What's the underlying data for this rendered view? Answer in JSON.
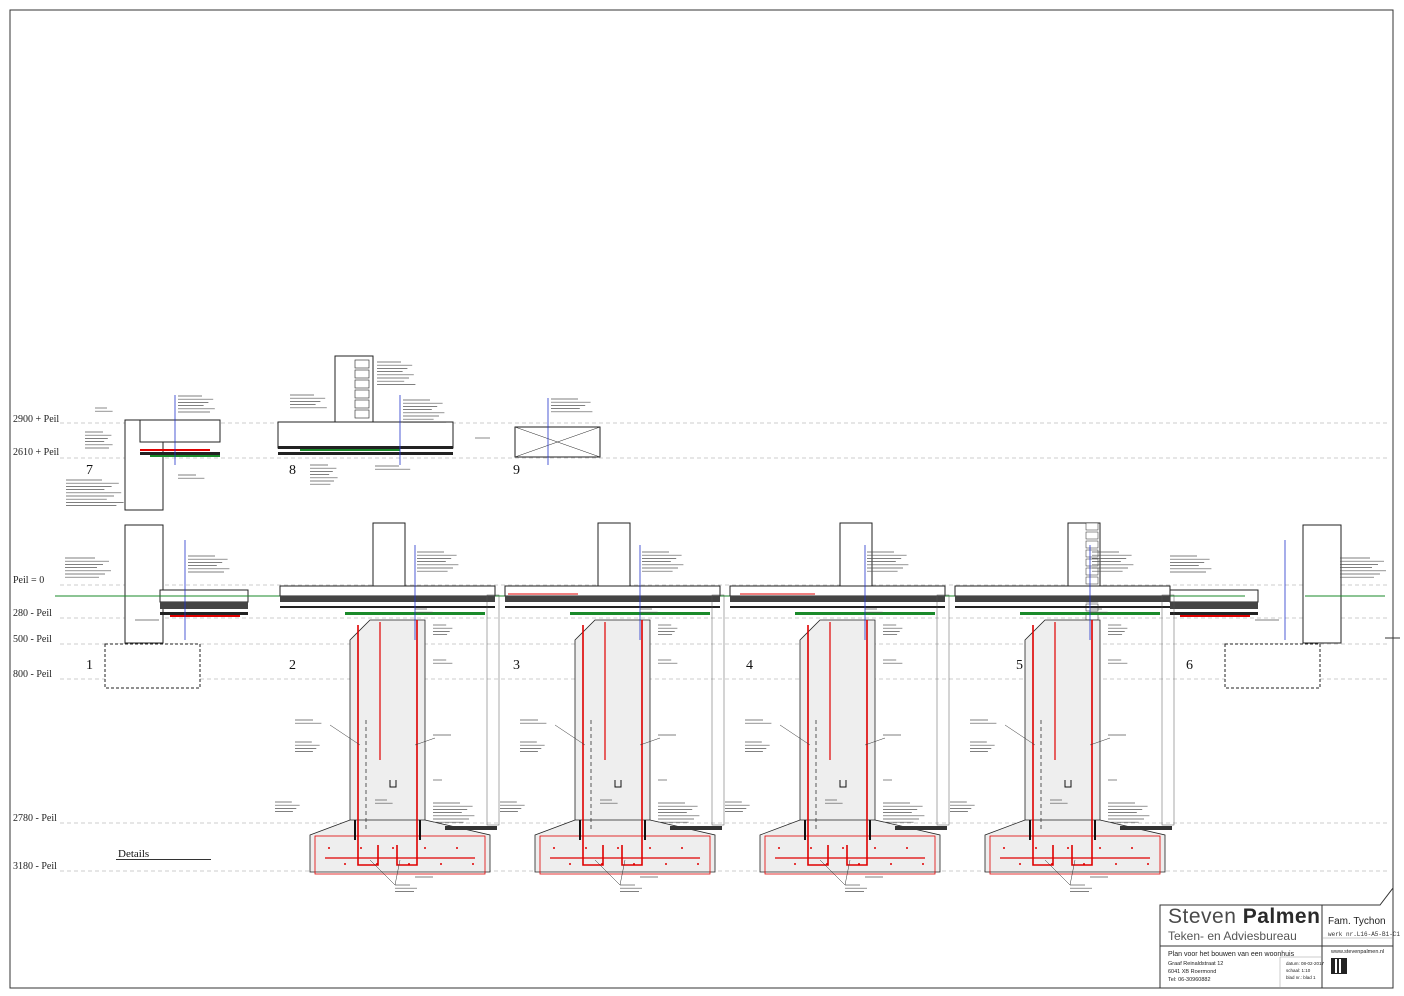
{
  "levels": [
    {
      "id": "lvl-2900",
      "label": "2900 + Peil"
    },
    {
      "id": "lvl-2610",
      "label": "2610 + Peil"
    },
    {
      "id": "lvl-0",
      "label": "Peil = 0"
    },
    {
      "id": "lvl-280",
      "label": "280 - Peil"
    },
    {
      "id": "lvl-500",
      "label": "500 - Peil"
    },
    {
      "id": "lvl-800",
      "label": "800 - Peil"
    },
    {
      "id": "lvl-2780",
      "label": "2780 - Peil"
    },
    {
      "id": "lvl-3180",
      "label": "3180 - Peil"
    }
  ],
  "detail_numbers": [
    "1",
    "2",
    "3",
    "4",
    "5",
    "6",
    "7",
    "8",
    "9"
  ],
  "details_label": "Details",
  "title_block": {
    "logo_line1_light": "Steven",
    "logo_line1_bold": "Palmen",
    "logo_line2": "Teken- en Adviesbureau",
    "client": "Fam. Tychon",
    "drawing_code": "werk nr.L16-A5-B1-C1",
    "project": "Plan voor het bouwen van een woonhuis",
    "address_street": "Graaf Reinaldstraat 12",
    "address_city": "6041 XB Roermond",
    "phone": "Tel: 06-30960882",
    "meta_date": "datum: 08-02-2017",
    "meta_scale": "schaal: 1:10",
    "meta_sheet": "blad nr.: blad 1",
    "website": "www.stevenpalmen.nl"
  },
  "colors": {
    "frame": "#333333",
    "line": "#222222",
    "rebar": "#e00000",
    "insulation_green": "#1a8a2a",
    "dim_blue": "#2233cc",
    "guide": "#9a9a9a",
    "concrete": "#eeeeee"
  }
}
